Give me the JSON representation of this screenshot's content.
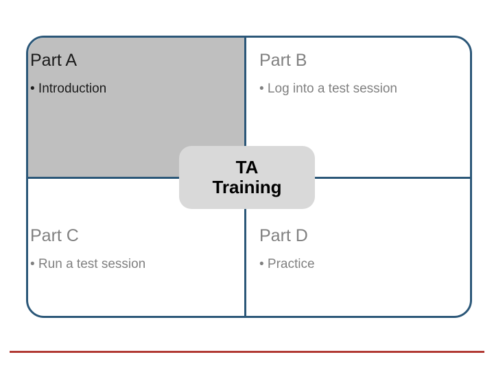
{
  "slide": {
    "center_label": {
      "line1": "TA",
      "line2": "Training"
    },
    "quadrants": [
      {
        "key": "a",
        "title": "Part A",
        "bullet": "• Introduction"
      },
      {
        "key": "b",
        "title": "Part B",
        "bullet": "• Log into a test session"
      },
      {
        "key": "c",
        "title": "Part C",
        "bullet": "• Run a test session"
      },
      {
        "key": "d",
        "title": "Part D",
        "bullet": "• Practice"
      }
    ],
    "colors": {
      "frame_border": "#2b5778",
      "highlight_fill": "#bfbfbf",
      "center_fill": "#d9d9d9",
      "text_grey": "#808080",
      "text_dark": "#1a1a1a",
      "bottom_rule": "#b13a34"
    }
  }
}
